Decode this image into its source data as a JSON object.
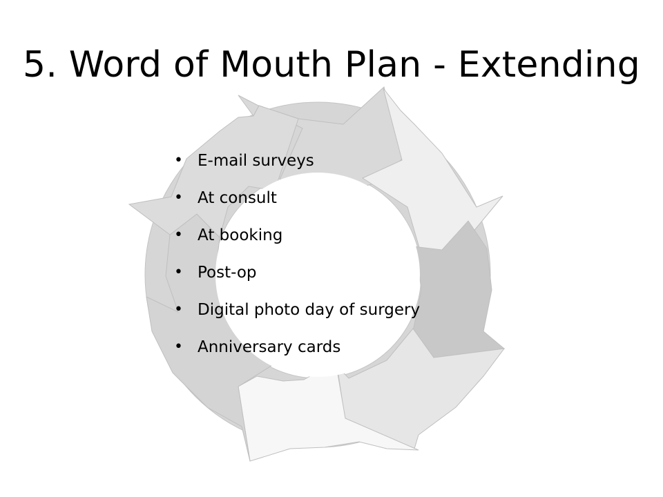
{
  "slide": {
    "title": "5. Word of Mouth Plan - Extending",
    "bullets": [
      "E-mail surveys",
      "At consult",
      "At booking",
      "Post-op",
      "Digital photo day of surgery",
      "Anniversary cards"
    ],
    "bullet_glyph": "•"
  },
  "diagram": {
    "type": "circular-arrow-cycle",
    "segment_fills": [
      "#d9d9d9",
      "#c8c8c8",
      "#ececec",
      "#c6c6c6",
      "#e6e6e6",
      "#f5f5f5",
      "#d4d4d4"
    ],
    "stroke_color": "#bfbfbf"
  }
}
